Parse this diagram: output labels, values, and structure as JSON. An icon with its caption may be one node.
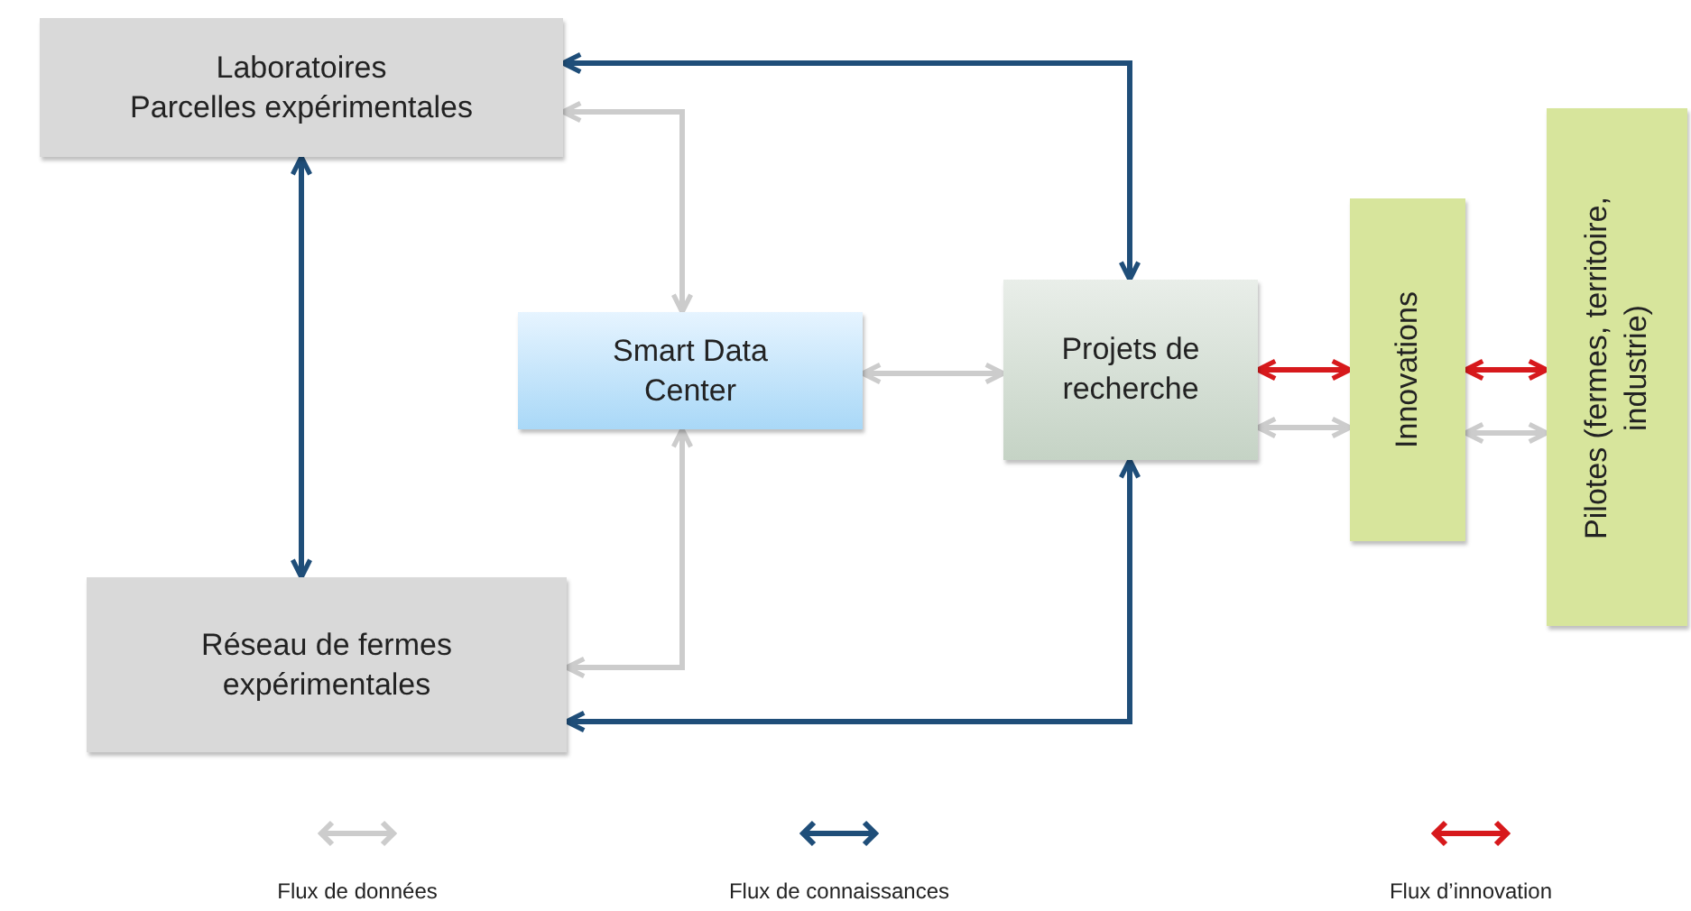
{
  "diagram": {
    "nodes": [
      {
        "text": [
          "Laboratoires",
          "Parcelles expérimentales"
        ]
      },
      {
        "text": [
          "Smart Data Center"
        ]
      },
      {
        "text": [
          "Projets de recherche"
        ]
      },
      {
        "text": [
          "Innovations"
        ]
      },
      {
        "text": [
          "Pilotes (fermes, territoire, industrie)"
        ]
      },
      {
        "text": [
          "Réseau de fermes expérimentales"
        ]
      }
    ],
    "edges": [
      {
        "from": 2,
        "to": 0,
        "arrow": "both",
        "color": "#1f4e79"
      },
      {
        "from": 0,
        "to": 5,
        "arrow": "both",
        "color": "#1f4e79"
      },
      {
        "from": 2,
        "to": 5,
        "arrow": "both",
        "color": "#1f4e79"
      },
      {
        "from": 0,
        "to": 1,
        "arrow": "both"
      },
      {
        "from": 1,
        "to": 5,
        "arrow": "both"
      },
      {
        "from": 1,
        "to": 2,
        "arrow": "both"
      },
      {
        "from": 2,
        "to": 3,
        "arrow": "both",
        "color": "#d7191c"
      },
      {
        "from": 2,
        "to": 3,
        "arrow": "both"
      },
      {
        "from": 3,
        "to": 4,
        "arrow": "both",
        "color": "#d7191c"
      },
      {
        "from": 3,
        "to": 4,
        "arrow": "both"
      }
    ],
    "legend": [
      {
        "text": "Flux de données",
        "color": "#cccccc"
      },
      {
        "text": "Flux de connaissances",
        "color": "#1f4e79"
      },
      {
        "text": "Flux d’innovation",
        "color": "#d7191c"
      }
    ]
  }
}
